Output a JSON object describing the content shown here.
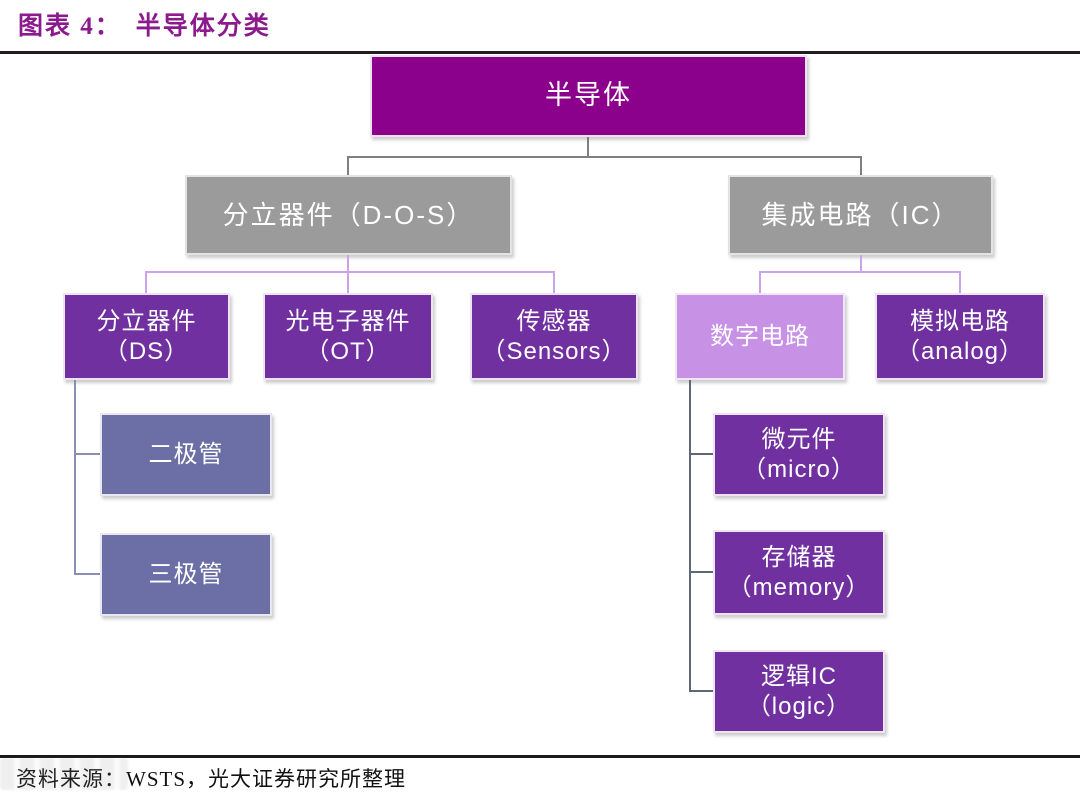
{
  "header": {
    "label": "图表 4：",
    "title": "半导体分类"
  },
  "nodes": {
    "root": {
      "label": "半导体"
    },
    "discrete_group": {
      "label": "分立器件（D-O-S）"
    },
    "ic_group": {
      "label": "集成电路（IC）"
    },
    "ds": {
      "line1": "分立器件",
      "line2": "（DS）"
    },
    "ot": {
      "line1": "光电子器件",
      "line2": "（OT）"
    },
    "sensors": {
      "line1": "传感器",
      "line2": "（Sensors）"
    },
    "digital": {
      "label": "数字电路"
    },
    "analog": {
      "line1": "模拟电路",
      "line2": "（analog）"
    },
    "diode": {
      "label": "二极管"
    },
    "triode": {
      "label": "三极管"
    },
    "micro": {
      "line1": "微元件",
      "line2": "（micro）"
    },
    "memory": {
      "line1": "存储器",
      "line2": "（memory）"
    },
    "logic": {
      "line1": "逻辑IC",
      "line2": "（logic）"
    }
  },
  "footer": {
    "source": "资料来源：WSTS，光大证券研究所整理"
  },
  "palette": {
    "title_purple": "#8B1A8D",
    "root_fill": "#8B018B",
    "group_fill": "#9B9B9B",
    "node_fill": "#7030A0",
    "highlight_fill": "#C791E6",
    "subnode_fill": "#6B6FA5",
    "connector_gray": "#7F7F7F",
    "connector_lavender": "#C9A4EA",
    "connector_slate_left": "#8A8FB2",
    "connector_slate_right": "#5F6777",
    "text_on_fill": "#FFFFFF"
  }
}
